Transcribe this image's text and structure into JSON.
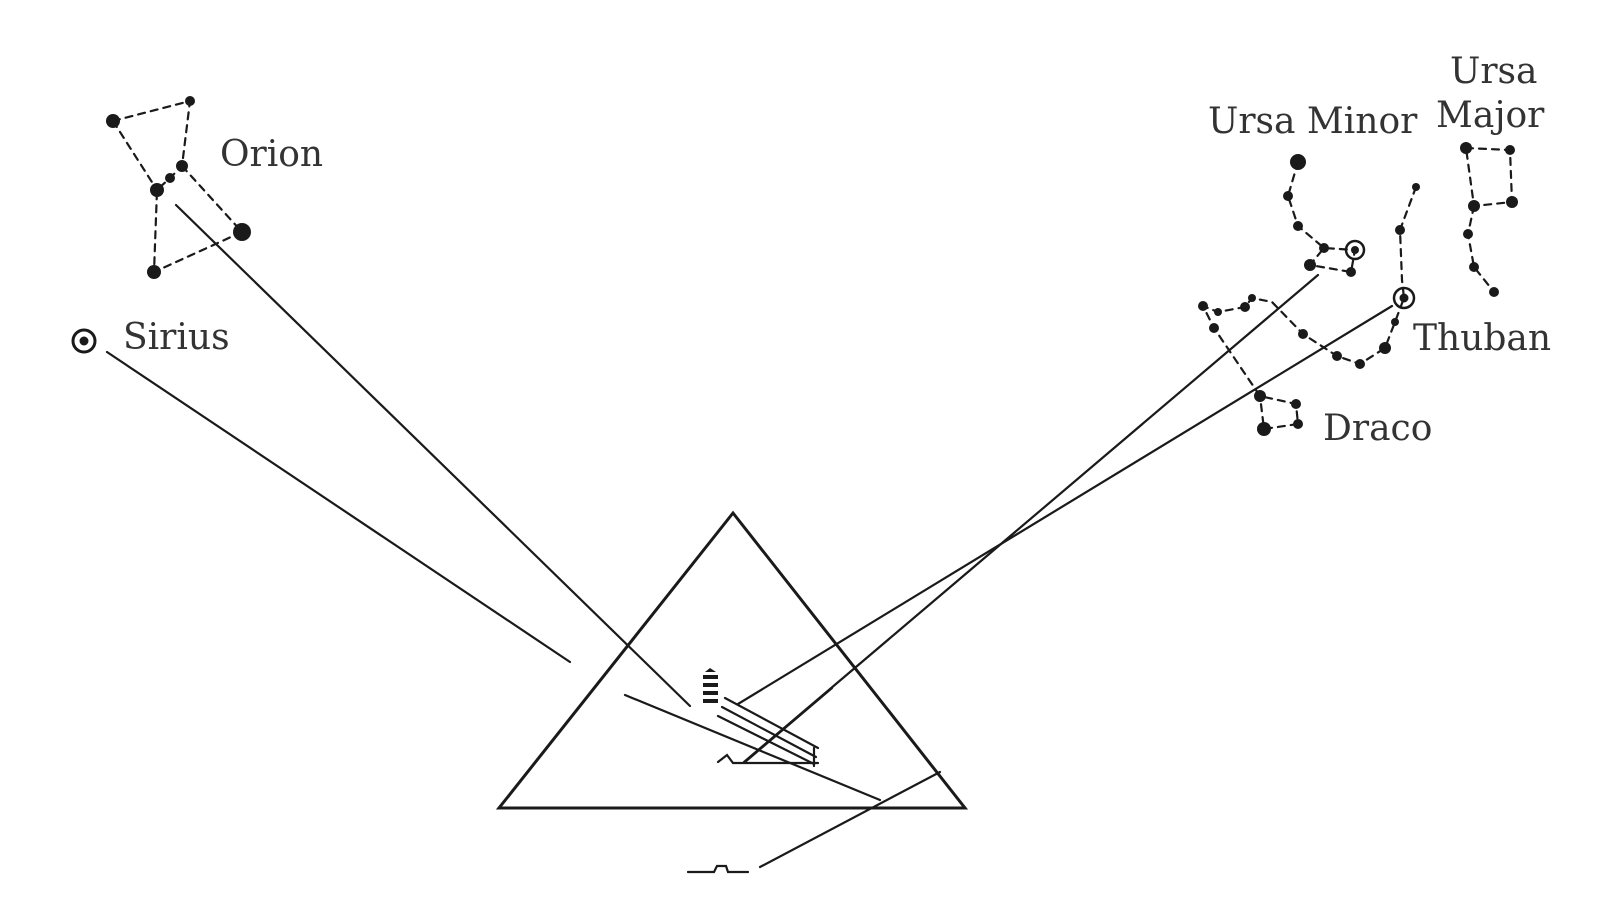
{
  "labels": {
    "orion": "Orion",
    "sirius": "Sirius",
    "ursa_minor": "Ursa Minor",
    "ursa_major_line1": "Ursa",
    "ursa_major_line2": "Major",
    "thuban": "Thuban",
    "draco": "Draco"
  },
  "colors": {
    "ink": "#1a1a1a",
    "label": "#333333",
    "background": "#ffffff"
  }
}
